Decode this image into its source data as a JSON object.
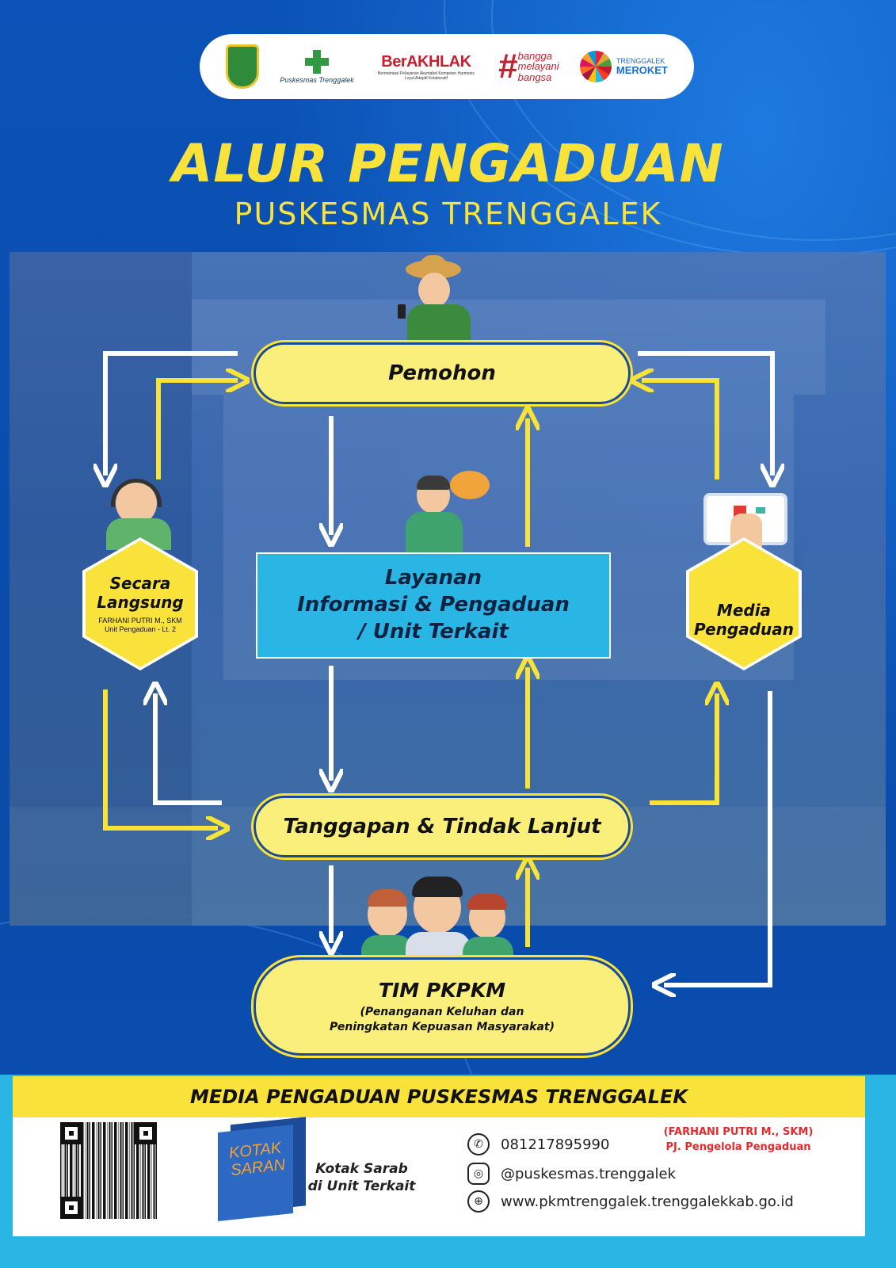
{
  "logos": {
    "logo1": "Pemkab Trenggalek",
    "logo2_text": "Puskesmas Trenggalek",
    "logo3_title": "BerAKHLAK",
    "logo3_sub": "Berorientasi Pelayanan Akuntabel Kompeten Harmonis Loyal Adaptif Kolaboratif",
    "logo4_hash": "#",
    "logo4_lines": [
      "bangga",
      "melayani",
      "bangsa"
    ],
    "logo5_top": "TRENGGALEK",
    "logo5_bottom": "MEROKET"
  },
  "header": {
    "title": "ALUR PENGADUAN",
    "subtitle": "PUSKESMAS TRENGGALEK"
  },
  "flow": {
    "pemohon": "Pemohon",
    "layanan_line1": "Layanan",
    "layanan_line2": "Informasi & Pengaduan",
    "layanan_line3": "/ Unit Terkait",
    "secara_langsung_line1": "Secara",
    "secara_langsung_line2": "Langsung",
    "secara_langsung_note1": "FARHANI PUTRI M., SKM",
    "secara_langsung_note2": "Unit Pengaduan - Lt. 2",
    "media_line1": "Media",
    "media_line2": "Pengaduan",
    "tanggapan": "Tanggapan & Tindak Lanjut",
    "tim_title": "TIM PKPKM",
    "tim_sub_line1": "(Penanganan Keluhan dan",
    "tim_sub_line2": "Peningkatan Kepuasan Masyarakat)"
  },
  "footer": {
    "heading": "MEDIA PENGADUAN PUSKESMAS TRENGGALEK",
    "box_label_line1": "KOTAK",
    "box_label_line2": "SARAN",
    "kotak_line1": "Kotak Sarab",
    "kotak_line2": "di Unit Terkait",
    "phone": "081217895990",
    "instagram": "@puskesmas.trenggalek",
    "website": "www.pkmtrenggalek.trenggalekkab.go.id",
    "officer_name": "(FARHANI PUTRI M., SKM)",
    "officer_role": "PJ. Pengelola Pengaduan"
  },
  "colors": {
    "background": "#0a4fb0",
    "yellow": "#f9e23a",
    "cyan": "#29b6e5",
    "red": "#e52a2a"
  },
  "icons": [
    "whatsapp-icon",
    "instagram-icon",
    "globe-icon",
    "qr-code-icon"
  ]
}
